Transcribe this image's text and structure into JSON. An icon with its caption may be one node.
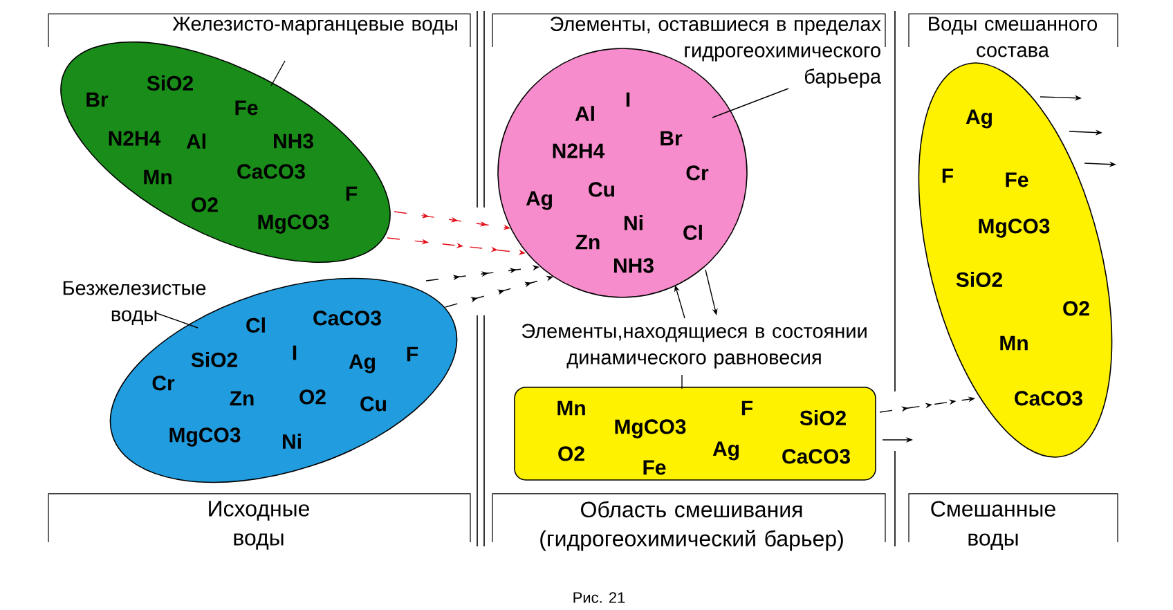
{
  "diagram": {
    "caption": "Рис. 21",
    "nodes": [
      {
        "text": [
          "Железисто-марганцевые воды"
        ]
      },
      {
        "text": [
          "Br",
          "SiO2",
          "Fe",
          "N2H4",
          "Al",
          "NH3",
          "Mn",
          "CaCO3",
          "F",
          "O2",
          "MgCO3"
        ]
      },
      {
        "text": [
          "Безжелезистые воды"
        ]
      },
      {
        "text": [
          "Cl",
          "CaCO3",
          "SiO2",
          "I",
          "Ag",
          "F",
          "Cr",
          "Zn",
          "O2",
          "Cu",
          "MgCO3",
          "Ni"
        ]
      },
      {
        "text": [
          "Элементы, оставшиеся в пределах гидрогеохимического барьера"
        ]
      },
      {
        "text": [
          "I",
          "Al",
          "Br",
          "N2H4",
          "Cr",
          "Cu",
          "Ag",
          "Ni",
          "Cl",
          "Zn",
          "NH3"
        ]
      },
      {
        "text": [
          "Элементы,находящиеся в состоянии динамического равновесия"
        ]
      },
      {
        "text": [
          "Mn",
          "MgCO3",
          "F",
          "SiO2",
          "O2",
          "Fe",
          "Ag",
          "CaCO3"
        ]
      },
      {
        "text": [
          "Воды смешанного состава"
        ]
      },
      {
        "text": [
          "Ag",
          "F",
          "Fe",
          "MgCO3",
          "SiO2",
          "O2",
          "Mn",
          "CaCO3"
        ]
      }
    ],
    "edges": [
      {
        "from": 0,
        "to": 1,
        "arrow": "none"
      },
      {
        "from": 1,
        "to": 5,
        "arrow": "to",
        "style": "dashed",
        "color": "#e3101c"
      },
      {
        "from": 1,
        "to": 5,
        "arrow": "to",
        "style": "dashed",
        "color": "#e3101c"
      },
      {
        "from": 2,
        "to": 3,
        "arrow": "none"
      },
      {
        "from": 3,
        "to": 5,
        "arrow": "to",
        "style": "dashed"
      },
      {
        "from": 3,
        "to": 5,
        "arrow": "to",
        "style": "dashed"
      },
      {
        "from": 4,
        "to": 5,
        "arrow": "none"
      },
      {
        "from": 5,
        "to": 6,
        "arrow": "to"
      },
      {
        "from": 6,
        "to": 5,
        "arrow": "to"
      },
      {
        "from": 6,
        "to": 7,
        "arrow": "none"
      },
      {
        "from": 7,
        "to": 9,
        "arrow": "to",
        "style": "dashed"
      },
      {
        "from": 7,
        "to": null,
        "arrow": "to"
      },
      {
        "from": 9,
        "to": null,
        "arrow": "to"
      },
      {
        "from": 9,
        "to": null,
        "arrow": "to"
      },
      {
        "from": 9,
        "to": null,
        "arrow": "to"
      }
    ],
    "labels": [
      "Исходные воды",
      "Область смешивания (гидрогеохимический барьер)",
      "Смешанные воды"
    ]
  }
}
